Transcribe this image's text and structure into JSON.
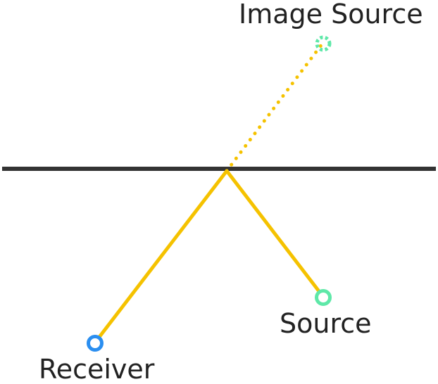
{
  "labels": {
    "image_source": "Image Source",
    "source": "Source",
    "receiver": "Receiver"
  },
  "colors": {
    "background": "#ffffff",
    "surface": "#333333",
    "ray": "#f5c200",
    "source": "#5ee8a8",
    "receiver": "#2a8ef0",
    "text": "#222222"
  },
  "icons": {
    "source": "ring-marker-icon",
    "image_source": "dashed-ring-marker-icon",
    "receiver": "ring-marker-icon"
  }
}
